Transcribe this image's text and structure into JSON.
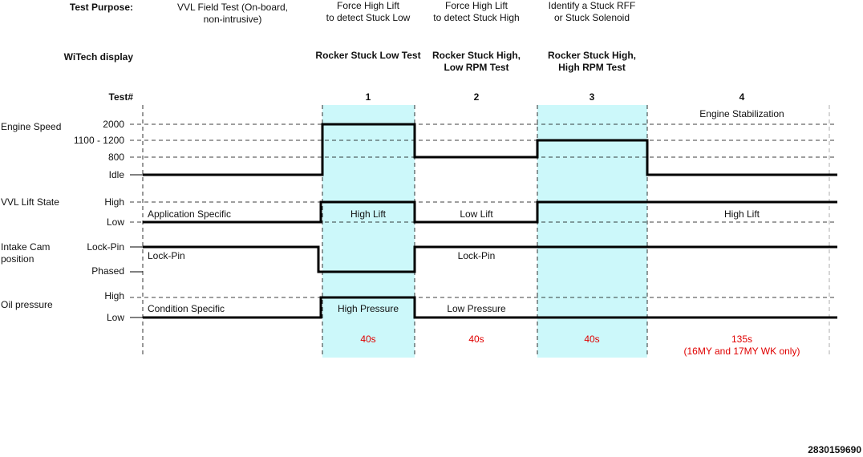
{
  "header_labels": {
    "test_purpose": "Test Purpose:",
    "witech_display": "WiTech display",
    "test_number": "Test#"
  },
  "purposes": [
    [
      "VVL Field Test (On-board,",
      "non-intrusive)"
    ],
    [
      "Force High Lift",
      "to detect Stuck Low"
    ],
    [
      "Force High Lift",
      "to detect Stuck High"
    ],
    [
      "Identify a Stuck RFF",
      "or Stuck Solenoid"
    ]
  ],
  "witech_names": [
    [
      "Rocker Stuck Low Test"
    ],
    [
      "Rocker Stuck High,",
      "Low RPM Test"
    ],
    [
      "Rocker Stuck High,",
      "High RPM Test"
    ]
  ],
  "test_numbers": [
    "1",
    "2",
    "3",
    "4"
  ],
  "test4_note": "Engine Stabilization",
  "signals": {
    "engine_speed": {
      "name": "Engine Speed",
      "levels": [
        "2000",
        "1100 - 1200",
        "800",
        "Idle"
      ],
      "sequence": [
        "Idle",
        "2000",
        "800",
        "1100 - 1200",
        "Idle"
      ]
    },
    "vvl_lift": {
      "name": "VVL Lift State",
      "levels": [
        "High",
        "Low"
      ],
      "segment_labels": [
        "Application Specific",
        "High Lift",
        "Low Lift",
        "High Lift"
      ]
    },
    "intake_cam": {
      "name": [
        "Intake Cam",
        "position"
      ],
      "levels": [
        "Lock-Pin",
        "Phased"
      ],
      "segment_labels": [
        "Lock-Pin",
        "Lock-Pin"
      ]
    },
    "oil_pressure": {
      "name": "Oil pressure",
      "levels": [
        "High",
        "Low"
      ],
      "segment_labels": [
        "Condition Specific",
        "High Pressure",
        "Low Pressure"
      ]
    }
  },
  "durations": [
    [
      "40s"
    ],
    [
      "40s"
    ],
    [
      "40s"
    ],
    [
      "135s",
      "(16MY and 17MY WK only)"
    ]
  ],
  "figure_id": "2830159690",
  "colors": {
    "highlight": "#ccf8fa",
    "duration_text": "#e00000",
    "line": "#000000"
  }
}
